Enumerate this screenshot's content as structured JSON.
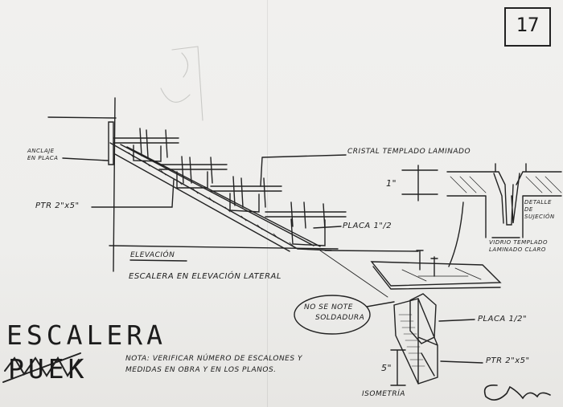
{
  "sheet_number": "17",
  "labels": {
    "anclaje": "ANCLAJE EN PLACA",
    "cristal": "CRISTAL TEMPLADO LAMINADO",
    "pTR_left": "PTR 2\"x5\"",
    "placa_1_2_upper": "PLACA 1\"/2",
    "elevacion": "ELEVACIÓN",
    "escalera_elev": "ESCALERA EN ELEVACIÓN LATERAL",
    "dim_1": "1\"",
    "detalle_sujecion": "DETALLE DE SUJECIÓN",
    "vidrio": "VIDRIO TEMPLADO LAMINADO CLARO",
    "no_se_note": "NO SE NOTE",
    "soldadura": "SOLDADURA",
    "placa_1_2_lower": "PLACA 1/2\"",
    "pTR_right": "PTR 2\"x5\"",
    "dim_5": "5\"",
    "isometria": "ISOMETRÍA",
    "title": "ESCALERA",
    "subtitle": "PUEK",
    "nota": "NOTA: VERIFICAR NÚMERO DE ESCALONES Y MEDIDAS EN OBRA Y EN LOS PLANOS."
  }
}
